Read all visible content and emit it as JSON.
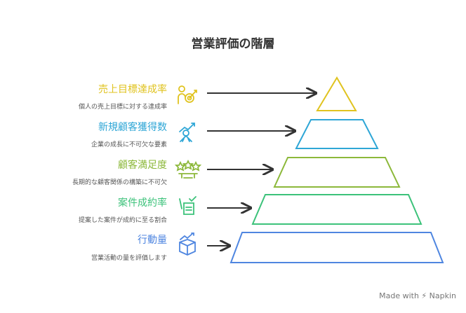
{
  "title": "営業評価の階層",
  "levels": [
    {
      "label": "売上目標達成率",
      "desc": "個人の売上目標に対する達成率",
      "color": "#e0c31f",
      "icon": "target-person-icon"
    },
    {
      "label": "新規顧客獲得数",
      "desc": "企業の成長に不可欠な要素",
      "color": "#2ea6d6",
      "icon": "growth-person-icon"
    },
    {
      "label": "顧客満足度",
      "desc": "長期的な顧客関係の構築に不可欠",
      "color": "#8cb83a",
      "icon": "stars-handshake-icon"
    },
    {
      "label": "案件成約率",
      "desc": "提案した案件が成約に至る割合",
      "color": "#3cc27a",
      "icon": "checklist-hand-icon"
    },
    {
      "label": "行動量",
      "desc": "営業活動の量を評価します",
      "color": "#4f86e0",
      "icon": "box-growth-icon"
    }
  ],
  "brand": "Made with ⚡ Napkin"
}
